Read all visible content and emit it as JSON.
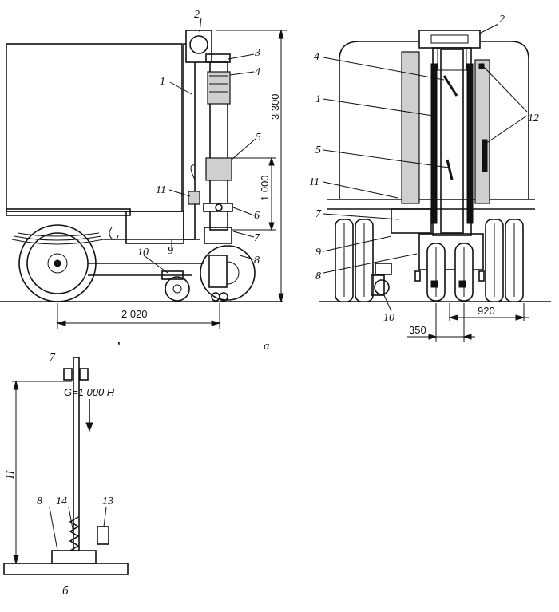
{
  "side_view": {
    "labels": [
      "1",
      "2",
      "3",
      "4",
      "5",
      "11",
      "6",
      "7",
      "8",
      "9",
      "10"
    ],
    "dim_height": "3 300",
    "dim_lift": "1 000",
    "dim_wheelbase": "2 020"
  },
  "front_view": {
    "labels": [
      "2",
      "4",
      "1",
      "12",
      "5",
      "11",
      "7",
      "9",
      "8",
      "10"
    ],
    "dim_track_left": "350",
    "dim_track_right": "920"
  },
  "caption_a": "а",
  "scheme": {
    "labels": [
      "7",
      "8",
      "14",
      "13"
    ],
    "force": "G=1 000 H",
    "height": "H"
  },
  "caption_b": "б"
}
